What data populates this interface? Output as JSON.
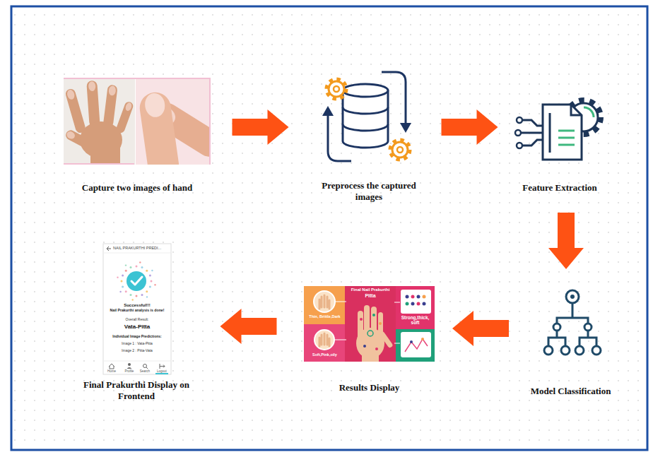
{
  "diagram": {
    "nodes": [
      {
        "text": [
          "Capture two images of hand"
        ]
      },
      {
        "text": [
          "Preprocess the captured images"
        ]
      },
      {
        "text": [
          "Feature Extraction"
        ]
      },
      {
        "text": [
          "Model Classification"
        ]
      },
      {
        "text": [
          "Results Display"
        ]
      },
      {
        "text": [
          "Final Prakurthi Display on Frontend"
        ]
      }
    ],
    "edges": [
      {
        "from": 0,
        "to": 1,
        "arrow": "to"
      },
      {
        "from": 1,
        "to": 2,
        "arrow": "to"
      },
      {
        "from": 2,
        "to": 3,
        "arrow": "to"
      },
      {
        "from": 3,
        "to": 4,
        "arrow": "to"
      },
      {
        "from": 4,
        "to": 5,
        "arrow": "to"
      }
    ],
    "labels": [
      "NAIL PRAKURTHI PREDI...",
      "Successful!!!",
      "Nail Prakurthi analysis is done!",
      "Overall Result:",
      "Vata-Pitta",
      "Individual Image Predictions:",
      "Image 1 : Vata-Pitta",
      "Image 2 : Pitta-Vata",
      "Home",
      "Profile",
      "Search",
      "Logout",
      "Final Nail Prakurthi",
      "Pitta",
      "Thin, Brittle,Dark",
      "Strong,thick, soft",
      "Soft,Pink,oily"
    ]
  }
}
